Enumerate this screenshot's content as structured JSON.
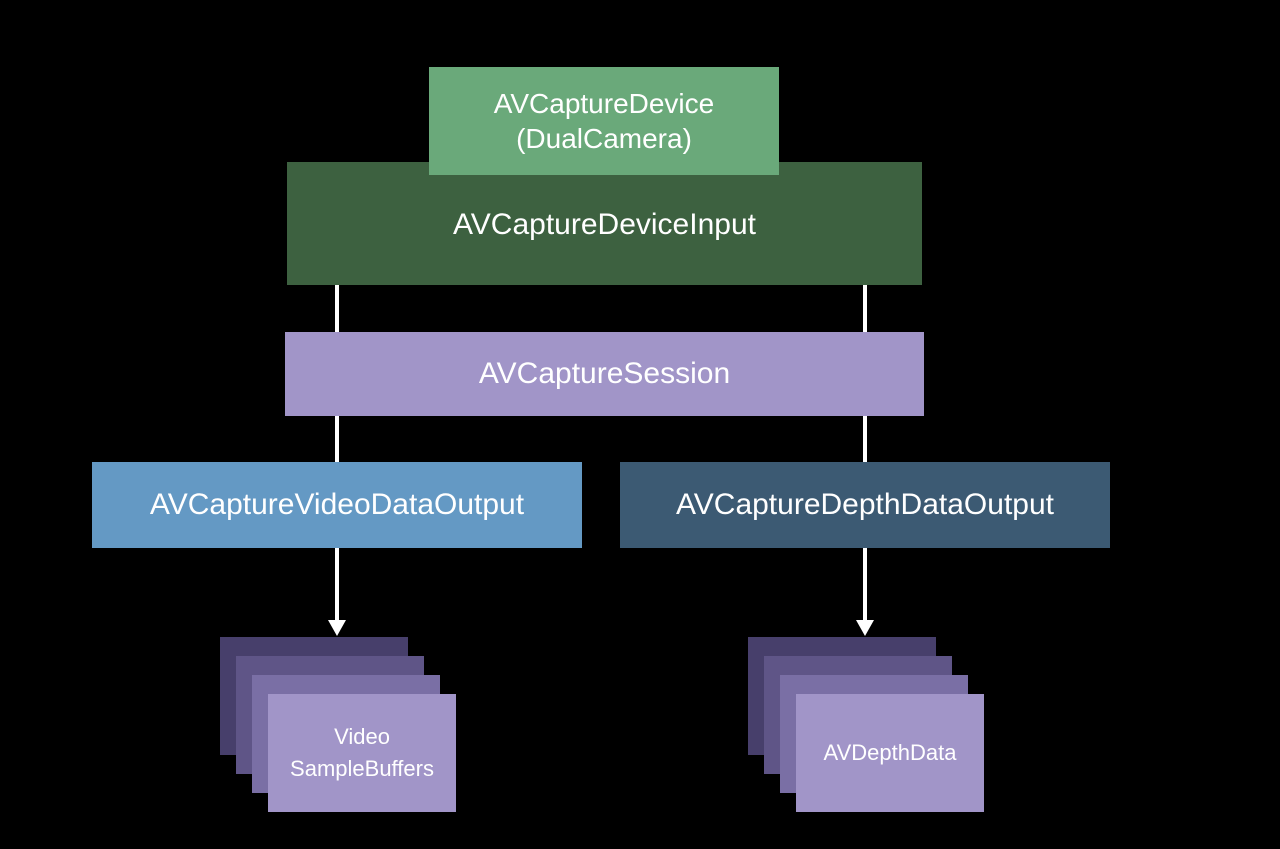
{
  "colors": {
    "background": "#000000",
    "device": "#6aa97a",
    "device_input": "#3d6140",
    "session": "#a195c8",
    "video_output": "#6499c4",
    "depth_output": "#3c5a73",
    "stack_layers": [
      "#473f6b",
      "#5f5587",
      "#7a6fa5",
      "#a195c8"
    ],
    "connector": "#ffffff"
  },
  "diagram": {
    "device": {
      "line1": "AVCaptureDevice",
      "line2": "(DualCamera)"
    },
    "device_input": {
      "label": "AVCaptureDeviceInput"
    },
    "session": {
      "label": "AVCaptureSession"
    },
    "video_output": {
      "label": "AVCaptureVideoDataOutput"
    },
    "depth_output": {
      "label": "AVCaptureDepthDataOutput"
    },
    "video_buffers": {
      "line1": "Video",
      "line2": "SampleBuffers"
    },
    "depth_data": {
      "label": "AVDepthData"
    }
  }
}
